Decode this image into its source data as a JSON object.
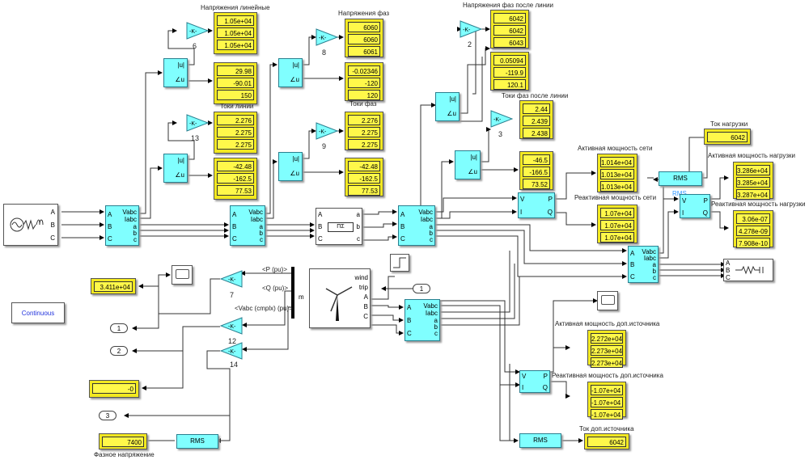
{
  "solver": {
    "label": "Continuous"
  },
  "source": {
    "ports": [
      "A",
      "B",
      "C"
    ]
  },
  "measure_labels": {
    "v": "Vabc",
    "i": "Iabc",
    "a": "a",
    "b": "b",
    "c": "c",
    "A": "A",
    "B": "B",
    "C": "C"
  },
  "complex_labels": {
    "mag": "|u|",
    "ang": "∠u"
  },
  "pq_labels": {
    "v": "V",
    "i": "I",
    "p": "P",
    "q": "Q",
    "rms_tag": "RMS"
  },
  "gain_label": "-K-",
  "line_block": {
    "label": "ΠΣ"
  },
  "displays": {
    "line_voltages": {
      "title": "Напряжения линейные",
      "values": [
        "1.05e+04",
        "1.05e+04",
        "1.05e+04"
      ],
      "gain_id": "6"
    },
    "line_voltage_angles": {
      "values": [
        "29.98",
        "-90.01",
        "150"
      ]
    },
    "line_currents": {
      "title": "Токи линии",
      "values": [
        "2.276",
        "2.275",
        "2.275"
      ],
      "gain_id": "13"
    },
    "line_current_angles": {
      "values": [
        "-42.48",
        "-162.5",
        "77.53"
      ]
    },
    "phase_voltages": {
      "title": "Напряжения фаз",
      "values": [
        "6060",
        "6060",
        "6061"
      ],
      "gain_id": "8"
    },
    "phase_voltage_angles": {
      "values": [
        "-0.02346",
        "-120",
        "120"
      ]
    },
    "phase_currents": {
      "title": "Токи фаз",
      "values": [
        "2.276",
        "2.275",
        "2.275"
      ],
      "gain_id": "9"
    },
    "phase_current_angles": {
      "values": [
        "-42.48",
        "-162.5",
        "77.53"
      ]
    },
    "phase_voltages_after": {
      "title": "Напряжения фаз после линии",
      "values": [
        "6042",
        "6042",
        "6043"
      ],
      "gain_id": "2"
    },
    "phase_voltage_after_angles": {
      "values": [
        "0.05094",
        "-119.9",
        "120.1"
      ]
    },
    "phase_currents_after": {
      "title": "Токи фаз после линии",
      "values": [
        "2.44",
        "2.439",
        "2.438"
      ],
      "gain_id": "3"
    },
    "phase_current_after_angles": {
      "values": [
        "-46.5",
        "-166.5",
        "73.52"
      ]
    },
    "grid_active_power": {
      "title": "Активная мощность сети",
      "values": [
        "1.014e+04",
        "1.013e+04",
        "1.013e+04"
      ]
    },
    "grid_reactive_power": {
      "title": "Реактивная мощность сети",
      "values": [
        "1.07e+04",
        "1.07e+04",
        "1.07e+04"
      ]
    },
    "load_current": {
      "title": "Ток нагрузки",
      "values": [
        "6042"
      ]
    },
    "load_active_power": {
      "title": "Активная мощность нагрузки",
      "values": [
        "3.286e+04",
        "3.285e+04",
        "3.287e+04"
      ]
    },
    "load_reactive_power": {
      "title": "Реактивная мощность нагрузки",
      "values": [
        "3.06e-07",
        "4.278e-09",
        "7.908e-10"
      ]
    },
    "aux_active_power": {
      "title": "Активная мощность доп.источника",
      "values": [
        "2.272e+04",
        "2.273e+04",
        "2.273e+04"
      ]
    },
    "aux_reactive_power": {
      "title": "Реактивная мощность доп.источника",
      "values": [
        "-1.07e+04",
        "-1.07e+04",
        "-1.07e+04"
      ]
    },
    "aux_current": {
      "title": "Ток доп.источника",
      "values": [
        "6042"
      ]
    },
    "wind_p": {
      "values": [
        "3.411e+04"
      ]
    },
    "wind_q": {
      "values": [
        "-0"
      ]
    },
    "wind_phase_voltage": {
      "title": "Фазное напряжение",
      "values": [
        "7400"
      ]
    }
  },
  "wind": {
    "ports_in": [
      "wind",
      "trip"
    ],
    "ports_out": [
      "A",
      "B",
      "C"
    ],
    "m_label": "m",
    "bus_signals": [
      "<P (pu)>",
      "<Q (pu)>",
      "<Vabc (cmplx) (pu)>"
    ],
    "gains": [
      "7",
      "12",
      "14"
    ],
    "trip_const": "1"
  },
  "outports": [
    "1",
    "2",
    "3"
  ],
  "rms_label": "RMS"
}
